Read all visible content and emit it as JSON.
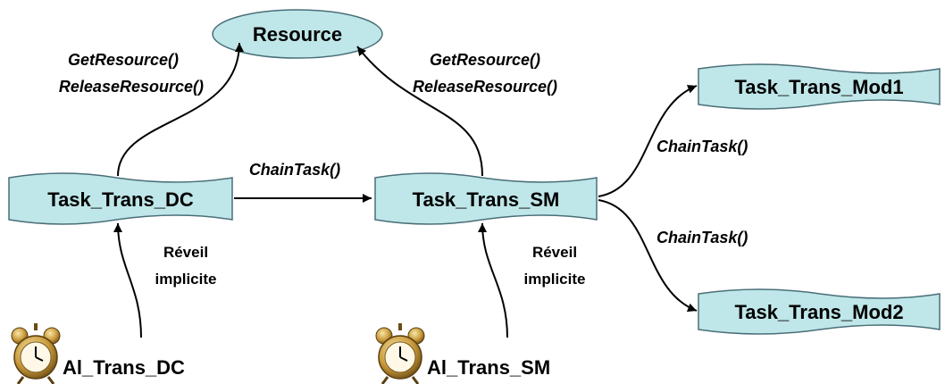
{
  "colors": {
    "node_fill": "#bfe6e8",
    "node_stroke": "#4a6e79",
    "arrow": "#000000",
    "text": "#000000"
  },
  "nodes": {
    "resource": "Resource",
    "task_dc": "Task_Trans_DC",
    "task_sm": "Task_Trans_SM",
    "task_mod1": "Task_Trans_Mod1",
    "task_mod2": "Task_Trans_Mod2"
  },
  "alarms": {
    "dc": "Al_Trans_DC",
    "sm": "Al_Trans_SM",
    "icon": "alarm-clock-icon"
  },
  "edge_labels": {
    "left_resource": [
      "GetResource()",
      "ReleaseResource()"
    ],
    "right_resource": [
      "GetResource()",
      "ReleaseResource()"
    ],
    "chain_dc_sm": "ChainTask()",
    "chain_sm_mod1": "ChainTask()",
    "chain_sm_mod2": "ChainTask()",
    "wake_dc": [
      "Réveil",
      "implicite"
    ],
    "wake_sm": [
      "Réveil",
      "implicite"
    ]
  }
}
